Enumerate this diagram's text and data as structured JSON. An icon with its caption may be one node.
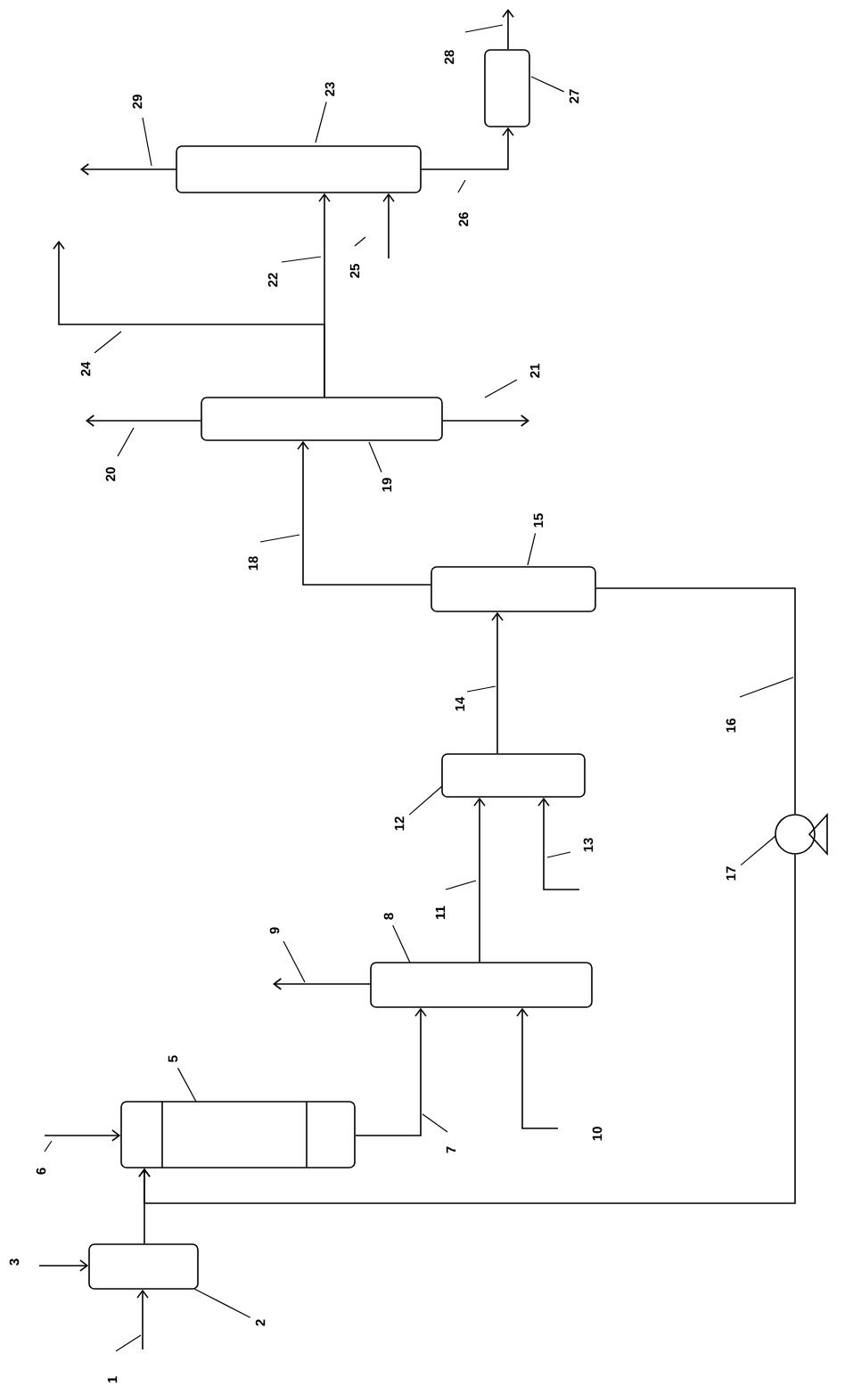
{
  "diagram": {
    "nodes": [
      {
        "text": [],
        "shape": "box"
      },
      {
        "text": [],
        "shape": "box"
      },
      {
        "text": [],
        "shape": "box"
      },
      {
        "text": [],
        "shape": "box"
      },
      {
        "text": [],
        "shape": "box"
      },
      {
        "text": [],
        "shape": "circle"
      },
      {
        "text": [],
        "shape": "box"
      },
      {
        "text": [],
        "shape": "box"
      },
      {
        "text": [],
        "shape": "box"
      },
      {
        "text": [
          "2"
        ]
      },
      {
        "text": [
          "5"
        ]
      },
      {
        "text": [
          "8"
        ]
      },
      {
        "text": [
          "12"
        ]
      },
      {
        "text": [
          "15"
        ]
      },
      {
        "text": [
          "17"
        ]
      },
      {
        "text": [
          "19"
        ]
      },
      {
        "text": [
          "23"
        ]
      },
      {
        "text": [
          "27"
        ]
      }
    ],
    "edges": [
      {
        "from": null,
        "to": 0,
        "arrow": "to",
        "label": "1"
      },
      {
        "from": null,
        "to": 0,
        "arrow": "to",
        "label": "3"
      },
      {
        "from": 0,
        "to": 1,
        "arrow": "to"
      },
      {
        "from": null,
        "to": 1,
        "arrow": "to",
        "label": "6"
      },
      {
        "from": 1,
        "to": 2,
        "arrow": "to",
        "label": "7"
      },
      {
        "from": null,
        "to": 2,
        "arrow": "to",
        "label": "10"
      },
      {
        "from": 2,
        "to": null,
        "arrow": "to",
        "label": "9"
      },
      {
        "from": 2,
        "to": 3,
        "arrow": "to",
        "label": "11"
      },
      {
        "from": null,
        "to": 3,
        "arrow": "to",
        "label": "13"
      },
      {
        "from": 3,
        "to": 4,
        "arrow": "to",
        "label": "14"
      },
      {
        "from": 4,
        "to": 5,
        "arrow": "none",
        "label": "16"
      },
      {
        "from": 5,
        "to": 1,
        "arrow": "to"
      },
      {
        "from": 4,
        "to": 6,
        "arrow": "to",
        "label": "18"
      },
      {
        "from": 6,
        "to": null,
        "arrow": "to",
        "label": "20"
      },
      {
        "from": 6,
        "to": null,
        "arrow": "to",
        "label": "21"
      },
      {
        "from": 6,
        "to": 7,
        "arrow": "to",
        "label": "22"
      },
      {
        "from": 6,
        "to": null,
        "arrow": "to",
        "label": "24"
      },
      {
        "from": null,
        "to": 7,
        "arrow": "to",
        "label": "25"
      },
      {
        "from": 7,
        "to": null,
        "arrow": "to",
        "label": "29"
      },
      {
        "from": 7,
        "to": 8,
        "arrow": "to",
        "label": "26"
      },
      {
        "from": 8,
        "to": null,
        "arrow": "to",
        "label": "28"
      },
      {
        "from": 9,
        "to": 0,
        "arrow": "none"
      },
      {
        "from": 10,
        "to": 1,
        "arrow": "none"
      },
      {
        "from": 11,
        "to": 2,
        "arrow": "none"
      },
      {
        "from": 12,
        "to": 3,
        "arrow": "none"
      },
      {
        "from": 13,
        "to": 4,
        "arrow": "none"
      },
      {
        "from": 14,
        "to": 5,
        "arrow": "none"
      },
      {
        "from": 15,
        "to": 6,
        "arrow": "none"
      },
      {
        "from": 16,
        "to": 7,
        "arrow": "none"
      },
      {
        "from": 17,
        "to": 8,
        "arrow": "none"
      }
    ]
  }
}
